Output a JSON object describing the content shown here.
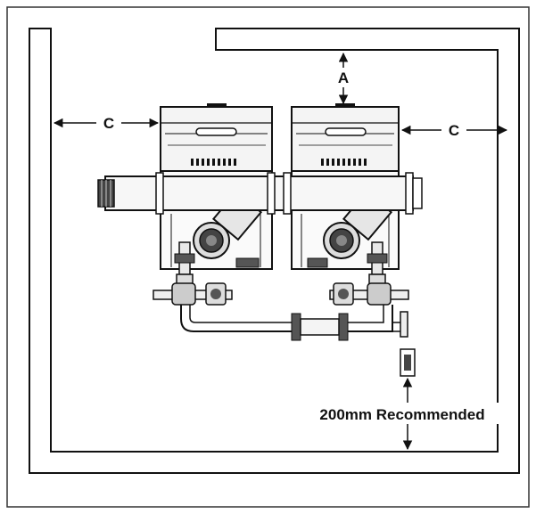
{
  "labels": {
    "clearance_a": "A",
    "clearance_c_left": "C",
    "clearance_c_right": "C",
    "recommended": "200mm Recommended"
  },
  "colors": {
    "line": "#111111",
    "fill_light": "#f2f2f2",
    "fill_mid": "#d9d9d9",
    "fill_dark": "#555555",
    "background": "#ffffff"
  }
}
